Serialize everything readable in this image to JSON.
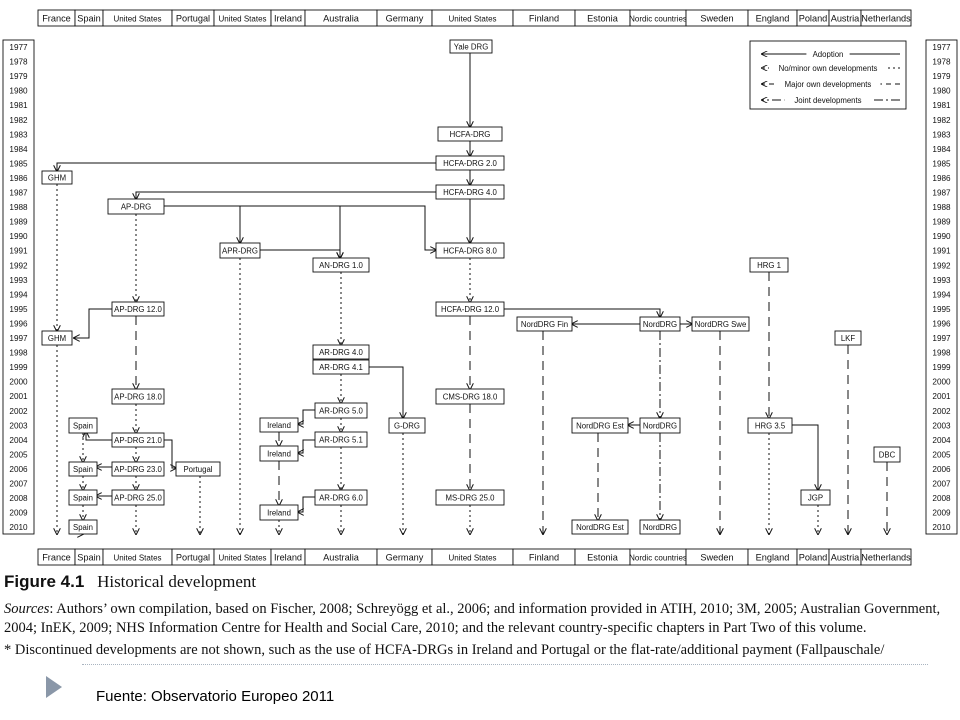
{
  "countries": [
    "France",
    "Spain",
    "United States",
    "Portugal",
    "United States",
    "Ireland",
    "Australia",
    "Germany",
    "United States",
    "Finland",
    "Estonia",
    "Nordic countries",
    "Sweden",
    "England",
    "Poland",
    "Austria",
    "Netherlands"
  ],
  "years": [
    "1977",
    "1978",
    "1979",
    "1980",
    "1981",
    "1982",
    "1983",
    "1984",
    "1985",
    "1986",
    "1987",
    "1988",
    "1989",
    "1990",
    "1991",
    "1992",
    "1993",
    "1994",
    "1995",
    "1996",
    "1997",
    "1998",
    "1999",
    "2000",
    "2001",
    "2002",
    "2003",
    "2004",
    "2005",
    "2006",
    "2007",
    "2008",
    "2009",
    "2010"
  ],
  "systems": {
    "yale": "Yale DRG",
    "hcfa": "HCFA-DRG",
    "hcfa2": "HCFA-DRG 2.0",
    "hcfa4": "HCFA-DRG 4.0",
    "hcfa8": "HCFA-DRG 8.0",
    "hcfa12": "HCFA-DRG 12.0",
    "cms18": "CMS-DRG 18.0",
    "ms25": "MS-DRG 25.0",
    "ghm": "GHM",
    "apdrg": "AP-DRG",
    "ap12": "AP-DRG 12.0",
    "ap18": "AP-DRG 18.0",
    "ap21": "AP-DRG 21.0",
    "ap23": "AP-DRG 23.0",
    "ap25": "AP-DRG 25.0",
    "spain": "Spain",
    "portugal": "Portugal",
    "aprdrg": "APR-DRG",
    "an1": "AN-DRG 1.0",
    "ar40": "AR-DRG 4.0",
    "ar41": "AR-DRG 4.1",
    "ar50": "AR-DRG 5.0",
    "ar51": "AR-DRG 5.1",
    "ar60": "AR-DRG 6.0",
    "ireland": "Ireland",
    "gdrg": "G-DRG",
    "nordfin": "NordDRG Fin",
    "norddrg": "NordDRG",
    "nordswe": "NordDRG Swe",
    "nordest": "NordDRG Est",
    "hrg1": "HRG 1",
    "hrg35": "HRG 3.5",
    "jgp": "JGP",
    "lkf": "LKF",
    "dbc": "DBC"
  },
  "legend": {
    "adoption": "Adoption",
    "no_minor": "No/minor own developments",
    "major": "Major own developments",
    "joint": "Joint developments"
  },
  "caption": {
    "figure_label": "Figure 4.1",
    "figure_title": "Historical development",
    "sources_label": "Sources",
    "sources_text": ": Authors’ own compilation, based on Fischer, 2008; Schreyögg et al., 2006; and information provided in ATIH, 2010; 3M, 2005; Australian Government, 2004; InEK, 2009; NHS Information Centre for Health and Social Care, 2010; and the relevant country-specific chapters in Part Two of this volume.",
    "note": "* Discontinued developments are not shown, such as the use of HCFA-DRGs in Ireland and Portugal or the flat-rate/additional payment (Fallpauschale/"
  },
  "footer": {
    "source": "Fuente: Observatorio Europeo 2011"
  }
}
